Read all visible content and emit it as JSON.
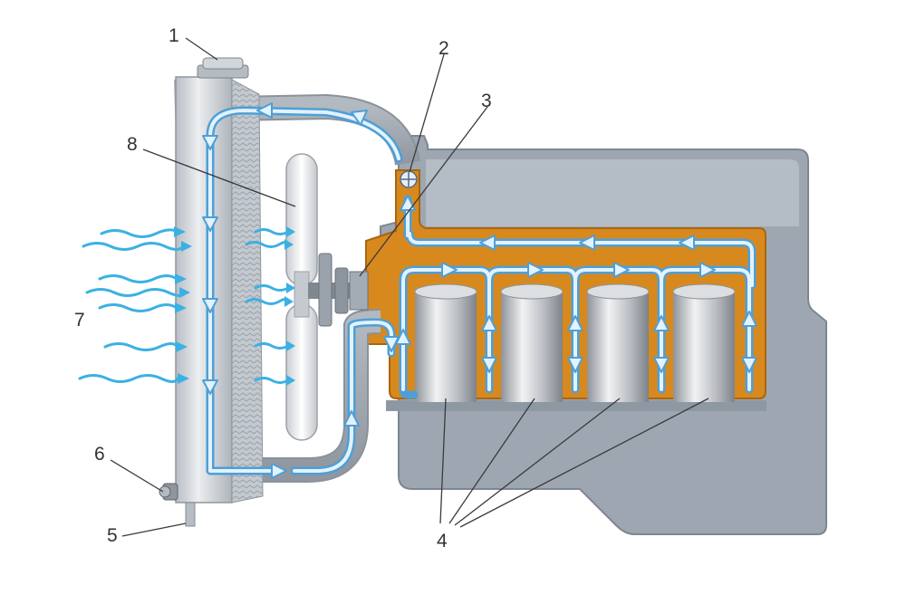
{
  "callouts": [
    {
      "number": "1",
      "part": "radiator-cap"
    },
    {
      "number": "2",
      "part": "thermostat"
    },
    {
      "number": "3",
      "part": "water-pump"
    },
    {
      "number": "4",
      "part": "engine-cylinders"
    },
    {
      "number": "5",
      "part": "radiator"
    },
    {
      "number": "6",
      "part": "drain-plug"
    },
    {
      "number": "7",
      "part": "incoming-airflow"
    },
    {
      "number": "8",
      "part": "cooling-fan"
    }
  ],
  "colors": {
    "coolant": "#d8891d",
    "flow_arrow": "#4f9fd6",
    "flow_arrow_fill": "#e2f2ff",
    "airflow": "#3bb1e3",
    "engine_block": "#9aa3ad",
    "radiator": "#c6cbd1",
    "cylinder": "#c9ccd0"
  }
}
